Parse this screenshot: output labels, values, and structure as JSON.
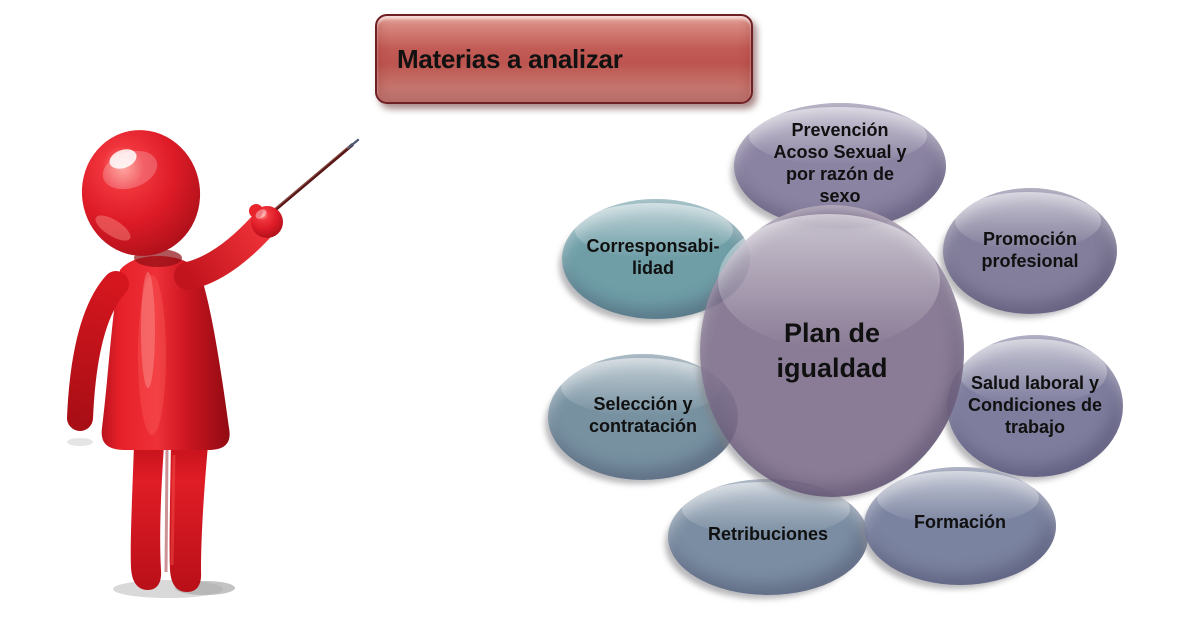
{
  "page": {
    "background": "#ffffff"
  },
  "title_banner": {
    "label": "Materias a analizar",
    "fill": "#c0504d",
    "border": "#6e2024",
    "text_color": "#111111"
  },
  "presenter": {
    "description": "glossy red 3D figure pointing with a stick",
    "color": "#dd1b24"
  },
  "diagram": {
    "center": {
      "id": "plan-de-igualdad",
      "label": "Plan de\nigualdad",
      "color": "#7a6a88"
    },
    "bubbles": [
      {
        "id": "prevencion-acoso",
        "label": "Prevención\nAcoso Sexual y\npor razón de\nsexo",
        "color": "#7e7598"
      },
      {
        "id": "promocion-profesional",
        "label": "Promoción\nprofesional",
        "color": "#747090"
      },
      {
        "id": "corresponsabilidad",
        "label": "Corresponsabi-\nlidad",
        "color": "#5f939d"
      },
      {
        "id": "salud-laboral",
        "label": "Salud laboral y\nCondiciones de\ntrabajo",
        "color": "#706f94"
      },
      {
        "id": "seleccion-contratacion",
        "label": "Selección y\ncontratación",
        "color": "#688597"
      },
      {
        "id": "retribuciones",
        "label": "Retribuciones",
        "color": "#6c8198"
      },
      {
        "id": "formacion",
        "label": "Formación",
        "color": "#6c7596"
      }
    ]
  }
}
